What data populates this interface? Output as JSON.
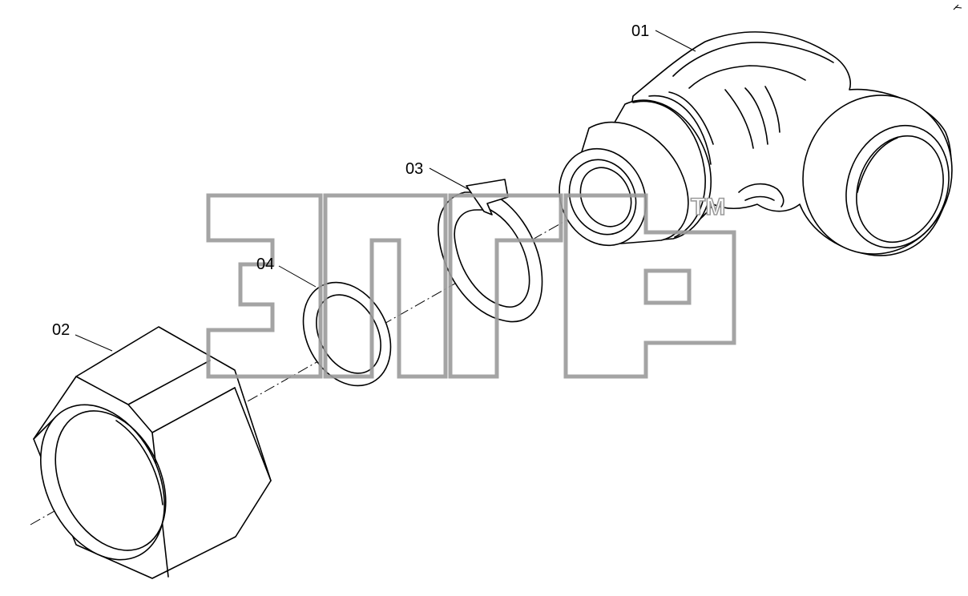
{
  "diagram": {
    "callouts": {
      "part_01": "01",
      "part_02": "02",
      "part_03": "03",
      "part_04": "04"
    },
    "watermark": {
      "trademark": "TM"
    },
    "colors": {
      "line": "#000000",
      "watermark": "#9a9a9a",
      "background": "#ffffff"
    }
  }
}
